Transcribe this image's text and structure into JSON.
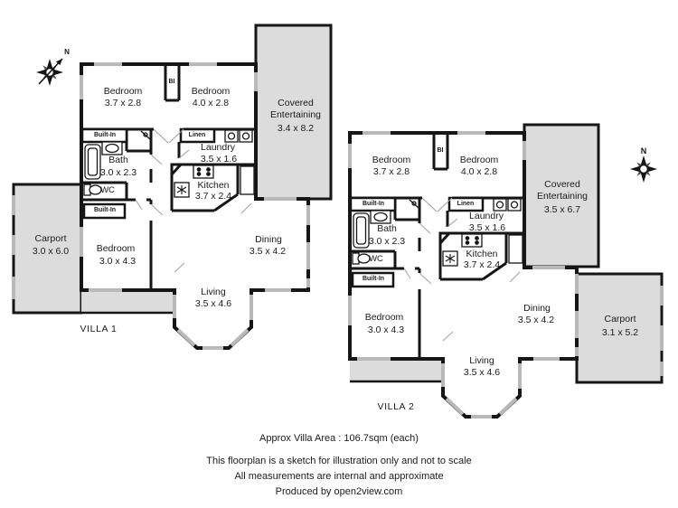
{
  "villa1": {
    "title": "VILLA 1",
    "rooms": {
      "bedroom_front": {
        "name": "Bedroom",
        "dims": "3.7 x 2.8"
      },
      "closet_bi": "BI",
      "bedroom_mid": {
        "name": "Bedroom",
        "dims": "4.0 x 2.8"
      },
      "built_in_upper": "Built-In",
      "bath": {
        "name": "Bath",
        "dims": "3.0 x 2.3"
      },
      "wc": "WC",
      "built_in_lower": "Built-In",
      "bedroom_rear": {
        "name": "Bedroom",
        "dims": "3.0 x 4.3"
      },
      "linen": "Linen",
      "laundry": {
        "name": "Laundry",
        "dims": "3.5 x 1.6"
      },
      "kitchen": {
        "name": "Kitchen",
        "dims": "3.7 x 2.4"
      },
      "dining": {
        "name": "Dining",
        "dims": "3.5 x 4.2"
      },
      "living": {
        "name": "Living",
        "dims": "3.5 x 4.6"
      },
      "covered_entertaining": {
        "name": "Covered Entertaining",
        "dims": "3.4 x 8.2"
      },
      "carport": {
        "name": "Carport",
        "dims": "3.0 x 6.0"
      }
    }
  },
  "villa2": {
    "title": "VILLA 2",
    "rooms": {
      "bedroom_front": {
        "name": "Bedroom",
        "dims": "3.7 x 2.8"
      },
      "closet_bi": "BI",
      "bedroom_mid": {
        "name": "Bedroom",
        "dims": "4.0 x 2.8"
      },
      "built_in_upper": "Built-In",
      "bath": {
        "name": "Bath",
        "dims": "3.0 x 2.3"
      },
      "wc": "WC",
      "built_in_lower": "Built-In",
      "bedroom_rear": {
        "name": "Bedroom",
        "dims": "3.0 x 4.3"
      },
      "linen": "Linen",
      "laundry": {
        "name": "Laundry",
        "dims": "3.5 x 1.6"
      },
      "kitchen": {
        "name": "Kitchen",
        "dims": "3.7 x 2.4"
      },
      "dining": {
        "name": "Dining",
        "dims": "3.5 x 4.2"
      },
      "living": {
        "name": "Living",
        "dims": "3.5 x 4.6"
      },
      "covered_entertaining": {
        "name": "Covered Entertaining",
        "dims": "3.5 x 6.7"
      },
      "carport": {
        "name": "Carport",
        "dims": "3.1 x 5.2"
      }
    }
  },
  "compass": {
    "north": "N"
  },
  "footer": {
    "area": "Approx Villa Area : 106.7sqm (each)",
    "disclaimer_scale": "This floorplan is a sketch for illustration only and not to scale",
    "disclaimer_measurements": "All measurements are internal and approximate",
    "credit": "Produced by open2view.com"
  },
  "colors": {
    "wall": "#161616",
    "outdoor_fill": "#dcdcdc",
    "window": "#b9b9b9",
    "background": "#ffffff"
  }
}
